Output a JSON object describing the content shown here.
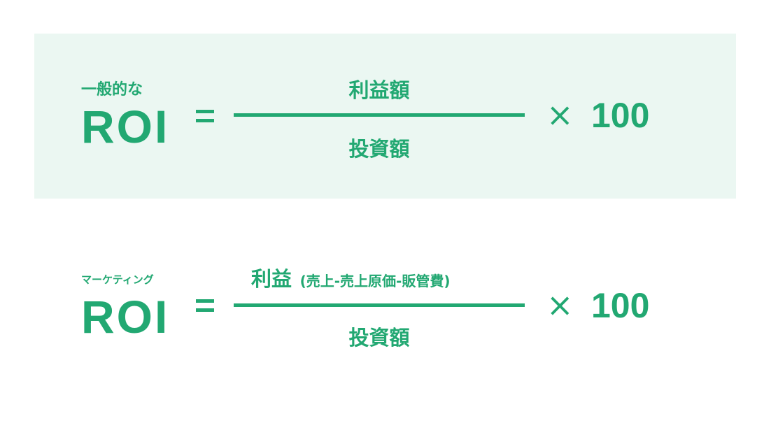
{
  "colors": {
    "accent": "#22a872",
    "panel_background": "#ebf7f2",
    "page_background": "#ffffff"
  },
  "formula_general": {
    "label": "一般的な",
    "lhs": "ROI",
    "equals": "=",
    "numerator": "利益額",
    "denominator": "投資額",
    "times": "×",
    "multiplier": "100"
  },
  "formula_marketing": {
    "label": "マーケティング",
    "lhs": "ROI",
    "equals": "=",
    "numerator": "利益",
    "numerator_note": "(売上-売上原価-販管費)",
    "denominator": "投資額",
    "times": "×",
    "multiplier": "100"
  }
}
